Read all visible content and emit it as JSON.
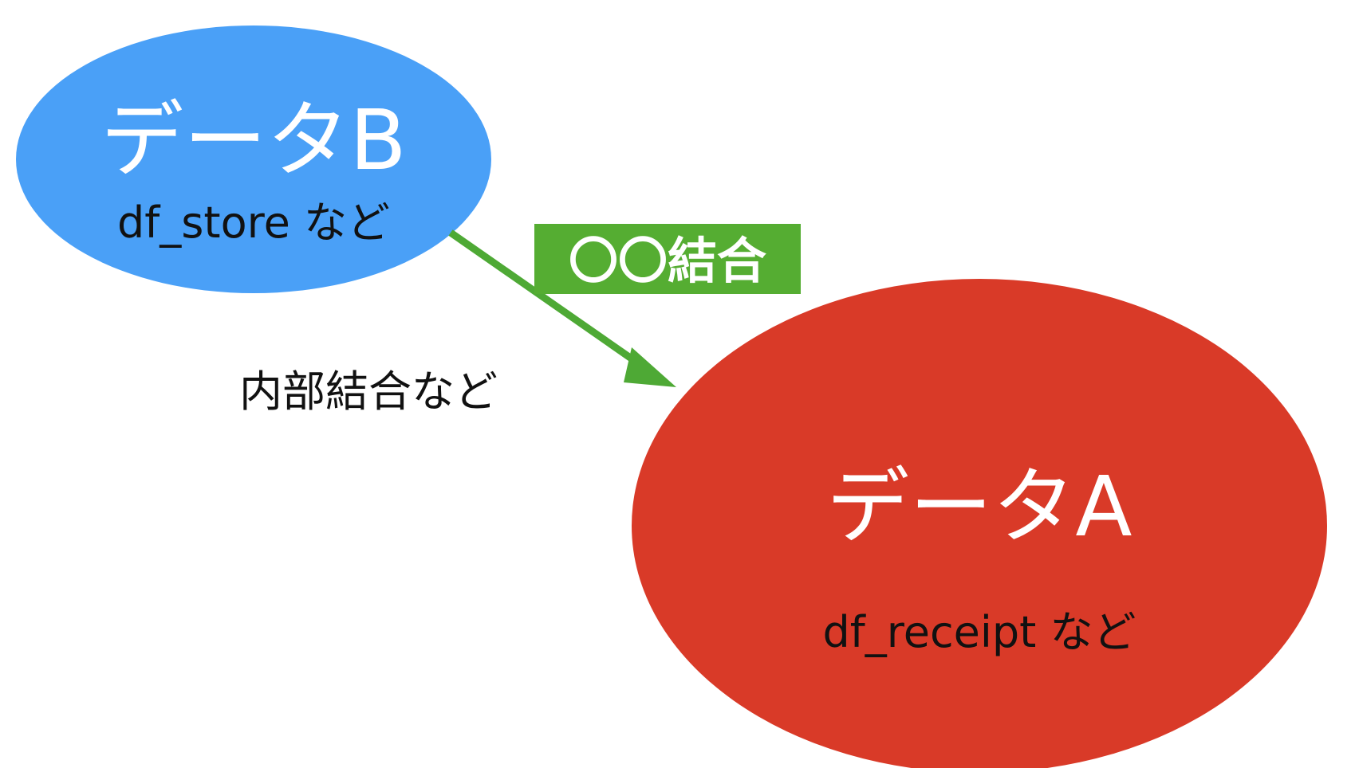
{
  "nodes": {
    "data_b": {
      "title": "データB",
      "subtitle": "df_store など",
      "color": "#4aa0f7"
    },
    "data_a": {
      "title": "データA",
      "subtitle": "df_receipt など",
      "color": "#d93a28"
    }
  },
  "edge": {
    "from": "data_b",
    "to": "data_a",
    "color": "#4ea935",
    "label": "〇〇結合",
    "label_bg": "#55ad32"
  },
  "note": "内部結合など"
}
